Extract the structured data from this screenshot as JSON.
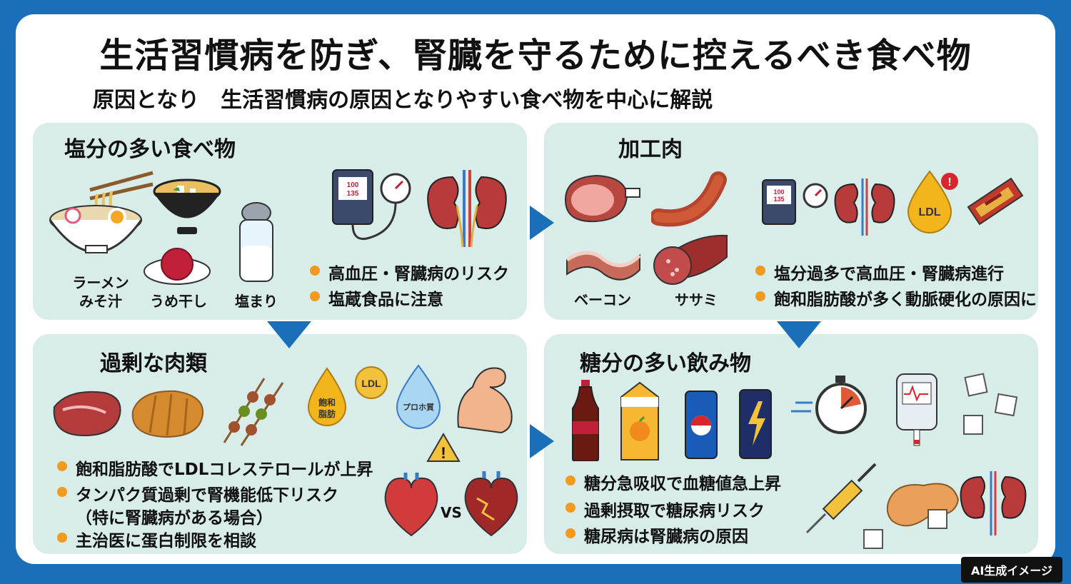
{
  "title": "生活習慣病を防ぎ、腎臓を守るために控えるべき食べ物",
  "subtitle": "原因となり　生活習慣病の原因となりやすい食べ物を中心に解説",
  "panels": {
    "salt": {
      "title": "塩分の多い食べ物",
      "labels": [
        "ラーメン",
        "みそ汁",
        "うめ干し",
        "塩まり"
      ],
      "meter": [
        "100",
        "135"
      ],
      "bullets": [
        "高血圧・腎臓病のリスク",
        "塩蔵食品に注意"
      ]
    },
    "processed": {
      "title": "加工肉",
      "labels": [
        "ベーコン",
        "ササミ"
      ],
      "meter": [
        "100",
        "135"
      ],
      "ldl": "LDL",
      "bullets": [
        "塩分過多で高血圧・腎臓病進行",
        "飽和脂肪酸が多く動脈硬化の原因に"
      ]
    },
    "meat": {
      "title": "過剰な肉類",
      "drop1": "飽和\n脂肪",
      "ldl": "LDL",
      "drop2": "プロホ質",
      "vs": "VS",
      "bullets": [
        "飽和脂肪酸でLDLコレステロールが上昇",
        "タンパク質過剰で腎機能低下リスク",
        "（特に腎臓病がある場合）",
        "主治医に蛋白制限を相談"
      ]
    },
    "sugar": {
      "title": "糖分の多い飲み物",
      "bullets": [
        "糖分急吸収で血糖値急上昇",
        "過剰摂取で糖尿病リスク",
        "糖尿病は腎臓病の原因"
      ]
    }
  },
  "badge": "AI生成イメージ",
  "colors": {
    "frame": "#1a6fb8",
    "panel": "#d8ecea",
    "bullet": "#f29a1f",
    "arrow": "#1a6fb8"
  }
}
